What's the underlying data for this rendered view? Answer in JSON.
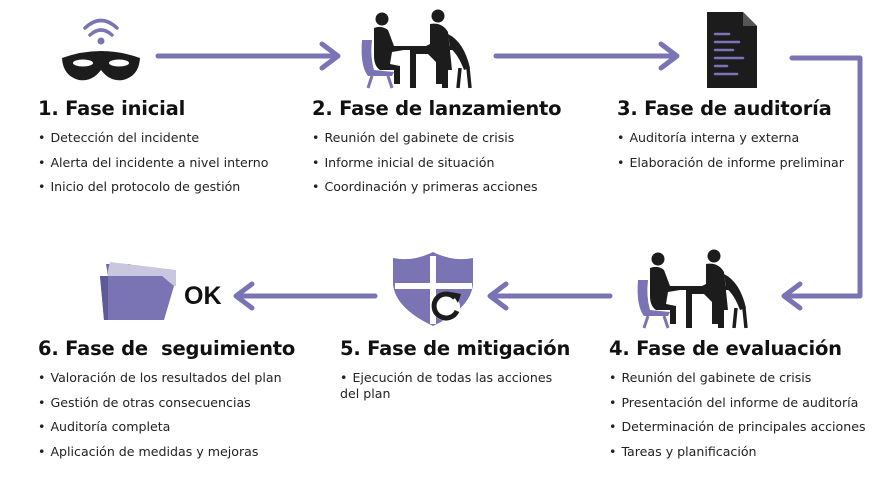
{
  "colors": {
    "arrow": "#7a74b4",
    "icon_dark": "#1c1c1c",
    "icon_purple": "#7a74b4",
    "chair": "#7a74b4"
  },
  "icons": [
    "spy-mask-wifi-icon",
    "meeting-people-icon",
    "document-icon",
    "meeting-people-icon",
    "shield-refresh-icon",
    "folder-icon"
  ],
  "ok_label": "OK",
  "phases": [
    {
      "title": "1. Fase inicial",
      "items": [
        "Detección del incidente",
        "Alerta del incidente a nivel interno",
        "Inicio del protocolo de gestión"
      ]
    },
    {
      "title": "2. Fase de lanzamiento",
      "items": [
        "Reunión del gabinete de crisis",
        "Informe inicial de situación",
        "Coordinación y primeras acciones"
      ]
    },
    {
      "title": "3. Fase de auditoría",
      "items": [
        "Auditoría interna y externa",
        "Elaboración de informe preliminar"
      ]
    },
    {
      "title": "4. Fase de evaluación",
      "items": [
        "Reunión del gabinete de crisis",
        "Presentación del informe de auditoría",
        "Determinación de principales acciones",
        "Tareas y planificación"
      ]
    },
    {
      "title": "5. Fase de mitigación",
      "items": [
        "Ejecución de todas las acciones del plan"
      ]
    },
    {
      "title": "6. Fase de  seguimiento",
      "items": [
        "Valoración de los resultados del plan",
        "Gestión de otras consecuencias",
        "Auditoría completa",
        "Aplicación de medidas y mejoras"
      ]
    }
  ]
}
